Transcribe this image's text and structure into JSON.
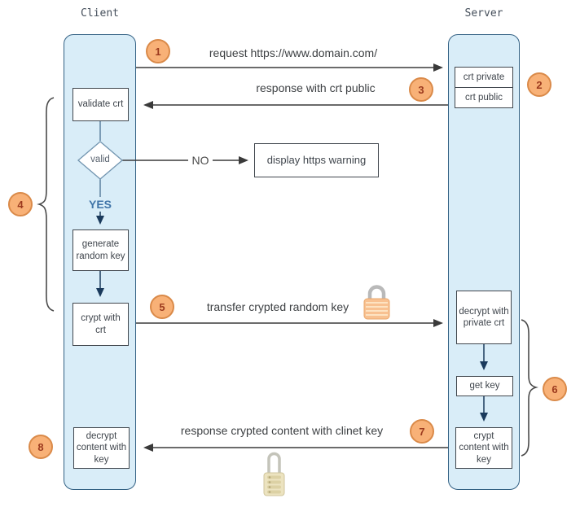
{
  "titles": {
    "client": "Client",
    "server": "Server"
  },
  "steps": {
    "1": "1",
    "2": "2",
    "3": "3",
    "4": "4",
    "5": "5",
    "6": "6",
    "7": "7",
    "8": "8"
  },
  "nodes": {
    "validate_crt": "validate crt",
    "valid": "valid",
    "generate_random_key": "generate random key",
    "crypt_with_crt": "crypt with crt",
    "decrypt_content_with_key": "decrypt content with key",
    "crt_private": "crt private",
    "crt_public": "crt public",
    "decrypt_with_private_crt": "decrypt with private crt",
    "get_key": "get key",
    "crypt_content_with_key": "crypt content with key",
    "display_https_warning": "display https warning"
  },
  "messages": {
    "request": "request https://www.domain.com/",
    "response_crt": "response with crt public",
    "transfer_key": "transfer crypted random key",
    "response_content": "response crypted content with clinet key"
  },
  "branches": {
    "no": "NO",
    "yes": "YES"
  },
  "icons": {
    "closed_lock": "closed-padlock-icon",
    "open_lock": "combination-padlock-icon"
  },
  "colors": {
    "lane_fill": "#d9edf8",
    "lane_border": "#336184",
    "step_fill": "#f8b177",
    "step_border": "#da8a49",
    "step_text": "#9c3a1e",
    "message_arrow": "#3a3a3a",
    "flow_arrow": "#1a3a5c",
    "yes_label": "#3f74a8",
    "lock_body": "#f8c191"
  }
}
